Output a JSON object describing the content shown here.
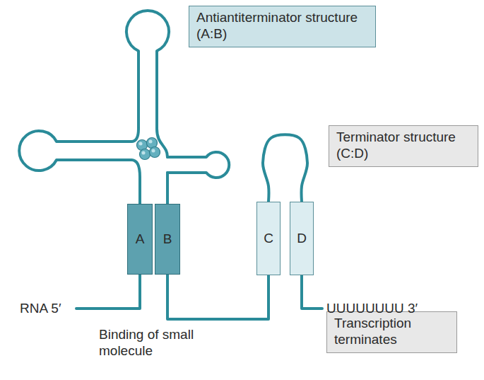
{
  "diagram": {
    "nodes": [
      {
        "text": [
          "Antiantiterminator structure (A:B)"
        ]
      },
      {
        "text": [
          "A"
        ]
      },
      {
        "text": [
          "B"
        ]
      },
      {
        "text": [
          "Terminator structure (C:D)"
        ]
      },
      {
        "text": [
          "C"
        ]
      },
      {
        "text": [
          "D"
        ]
      },
      {
        "text": [
          "Transcription terminates"
        ]
      }
    ],
    "edges": [
      {
        "from": 2,
        "to": 4,
        "arrow": "none"
      },
      {
        "from": 4,
        "to": 5,
        "arrow": "none"
      }
    ],
    "labels": [
      "RNA 5′",
      "Binding of small molecule",
      "UUUUUUUU 3′"
    ]
  }
}
